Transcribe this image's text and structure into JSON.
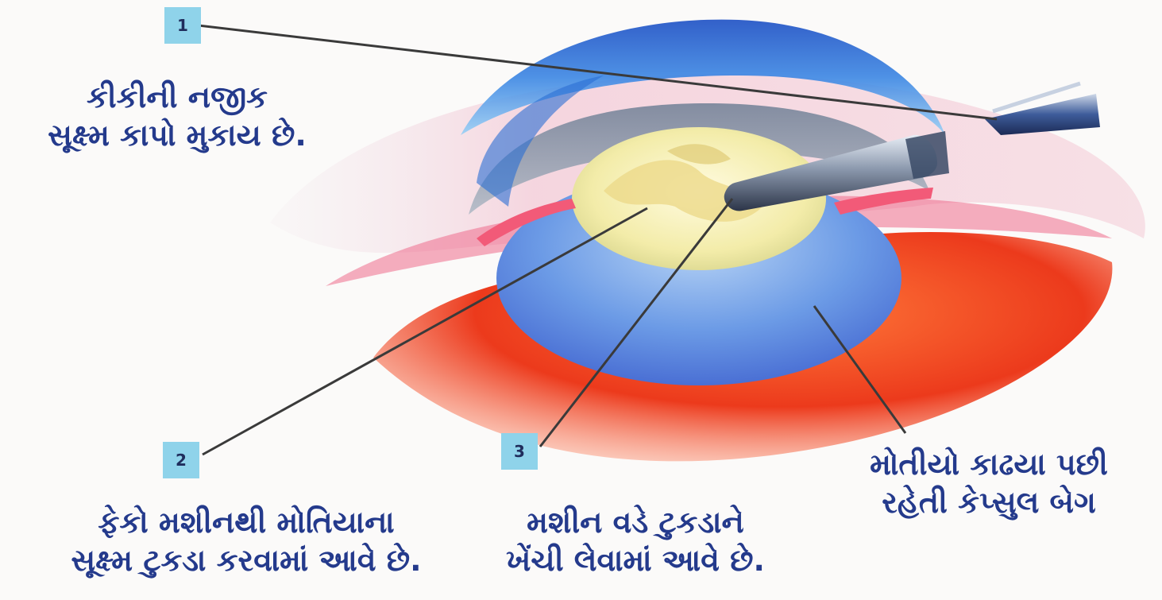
{
  "callouts": [
    {
      "number": "1",
      "lines": [
        "કીકીની નજીક",
        "સૂક્ષ્મ કાપો મુકાય છે."
      ]
    },
    {
      "number": "2",
      "lines": [
        "ફેકો મશીનથી મોતિયાના",
        "સૂક્ષ્મ ટુકડા કરવામાં આવે છે."
      ]
    },
    {
      "number": "3",
      "lines": [
        "મશીન વડે ટુકડાને",
        "ખેંચી લેવામાં આવે છે."
      ]
    }
  ],
  "capsule_label": {
    "lines": [
      "મોતીયો કાઢયા પછી",
      "રહેતી કેપ્સુલ બેગ"
    ]
  },
  "colors": {
    "label_text": "#243a8c",
    "badge_bg": "#8fd3ea",
    "cornea_blue": "#2f6fd0",
    "lens_yellow": "#f4eeb0",
    "tissue_red": "#e8361c",
    "leader_line": "#3a3a3a"
  }
}
